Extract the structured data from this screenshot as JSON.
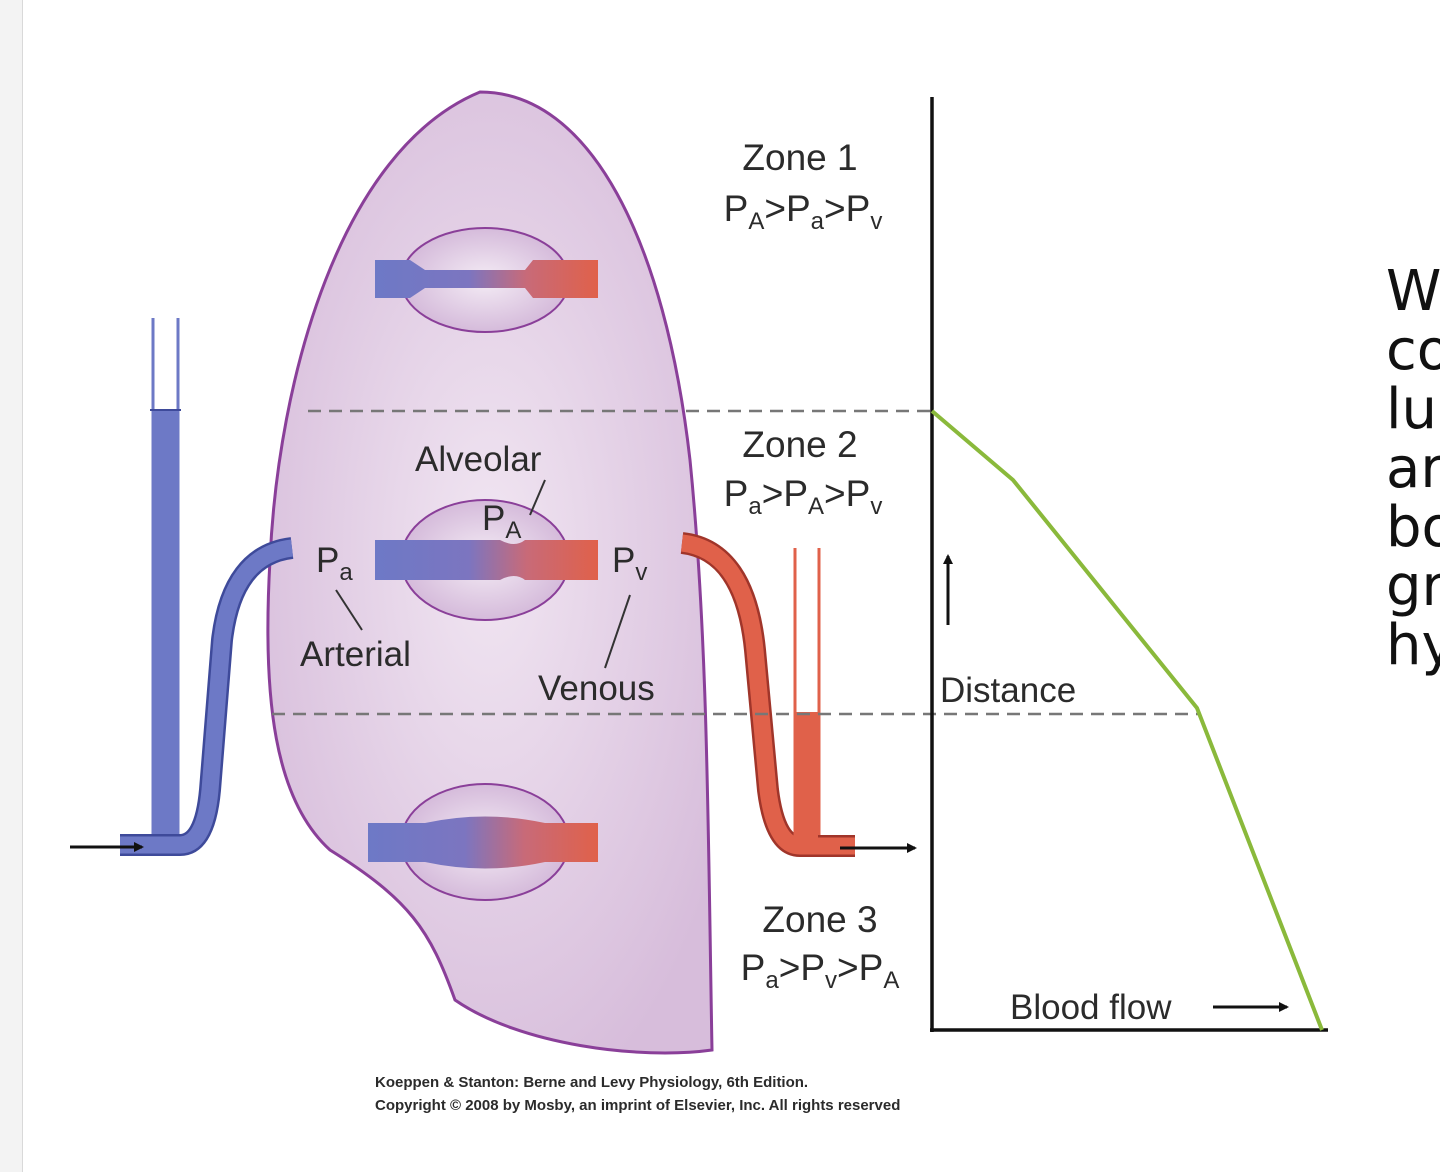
{
  "zones": [
    {
      "label": "Zone 1",
      "relation": [
        "A",
        "a",
        "v"
      ]
    },
    {
      "label": "Zone 2",
      "relation": [
        "a",
        "A",
        "v"
      ]
    },
    {
      "label": "Zone 3",
      "relation": [
        "a",
        "v",
        "A"
      ]
    }
  ],
  "pressure_symbol": "P",
  "gt": ">",
  "labels": {
    "alveolar": "Alveolar",
    "arterial": "Arterial",
    "venous": "Venous",
    "pa_sub": "a",
    "pA_sub": "A",
    "pv_sub": "v"
  },
  "axes": {
    "y": "Distance",
    "x": "Blood flow"
  },
  "caption": {
    "line1": "Koeppen & Stanton: Berne and Levy Physiology, 6th Edition.",
    "line2": "Copyright © 2008 by Mosby, an imprint of Elsevier, Inc. All rights reserved"
  },
  "side_text": [
    "W",
    "co",
    "lu",
    "ar",
    "bo",
    "gr",
    "hy"
  ],
  "colors": {
    "lung_fill": "#d9bfdc",
    "lung_stroke": "#8a3f99",
    "arterial": "#6d79c6",
    "venous": "#e0614a",
    "flow_line": "#8ab93b"
  }
}
